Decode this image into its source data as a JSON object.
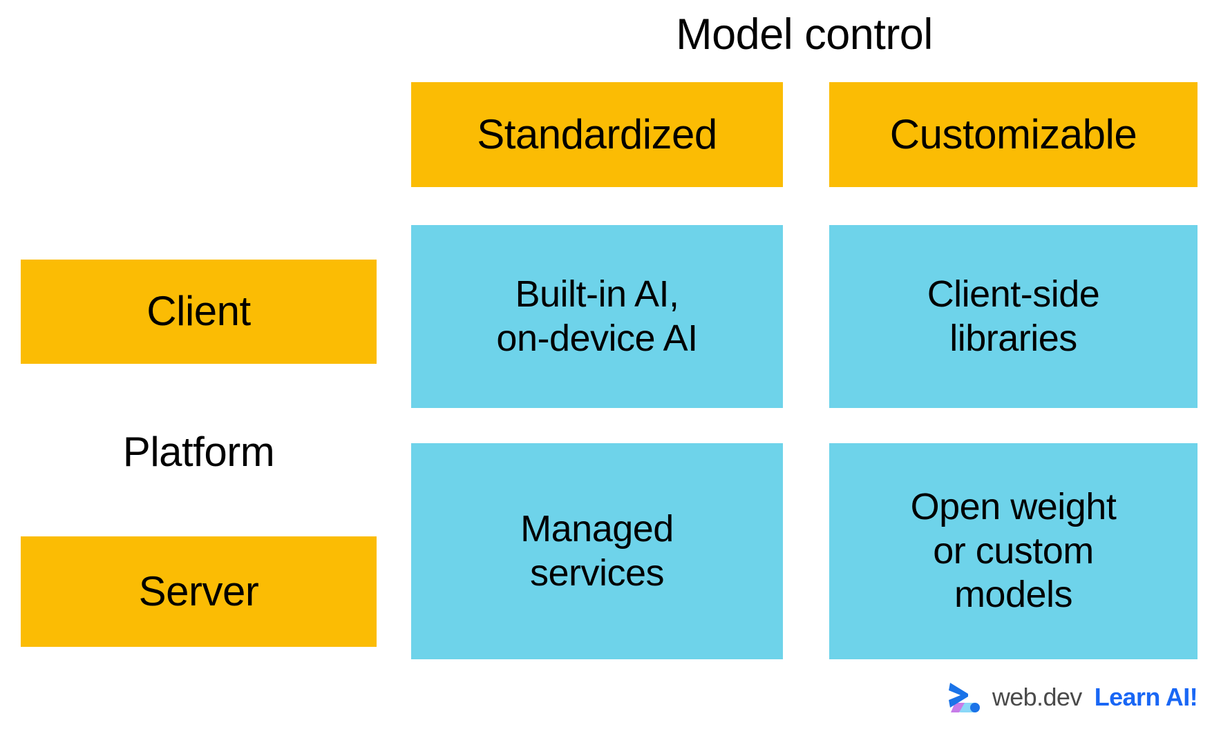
{
  "title": "Model control",
  "axes": {
    "column_axis_label": "Model control",
    "row_axis_label": "Platform"
  },
  "columns": [
    {
      "id": "standardized",
      "label": "Standardized"
    },
    {
      "id": "customizable",
      "label": "Customizable"
    }
  ],
  "rows": [
    {
      "id": "client",
      "label": "Client"
    },
    {
      "id": "server",
      "label": "Server"
    }
  ],
  "cells": {
    "client_standardized": "Built-in AI,\non-device AI",
    "client_customizable": "Client-side\nlibraries",
    "server_standardized": "Managed\nservices",
    "server_customizable": "Open weight\nor custom\nmodels"
  },
  "brand": {
    "logo_icon": "webdev-logo-icon",
    "name": "web.dev",
    "tagline": "Learn AI!"
  },
  "colors": {
    "header_yellow": "#FBBC04",
    "cell_cyan": "#6ED3EA",
    "text_black": "#000000",
    "brand_gray": "#4A4A4A",
    "brand_blue": "#1967F5",
    "logo_blue": "#1A73E8",
    "logo_magenta": "#C77CE8",
    "logo_lightblue": "#8AD8F8",
    "background": "#FFFFFF"
  }
}
